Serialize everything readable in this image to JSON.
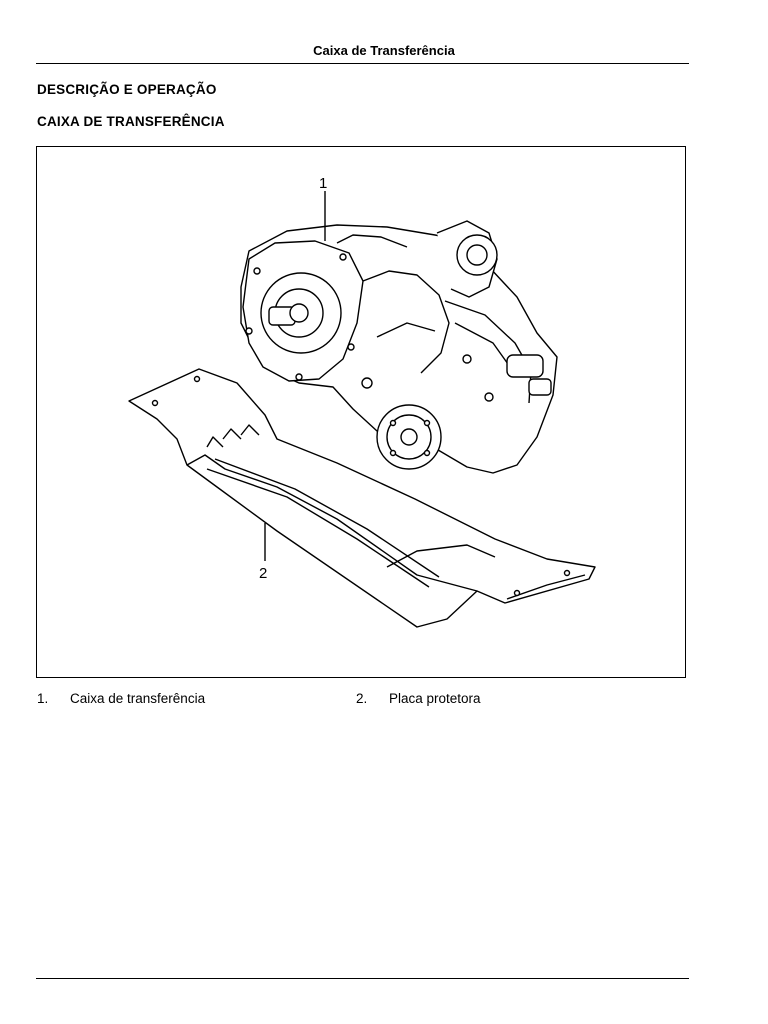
{
  "page": {
    "running_header": "Caixa de Transferência",
    "section_heading": "DESCRIÇÃO E OPERAÇÃO",
    "subsection_heading": "CAIXA DE TRANSFERÊNCIA"
  },
  "figure": {
    "callouts": [
      "1",
      "2"
    ]
  },
  "legend": [
    {
      "number": "1.",
      "label": "Caixa de transferência"
    },
    {
      "number": "2.",
      "label": "Placa protetora"
    }
  ]
}
